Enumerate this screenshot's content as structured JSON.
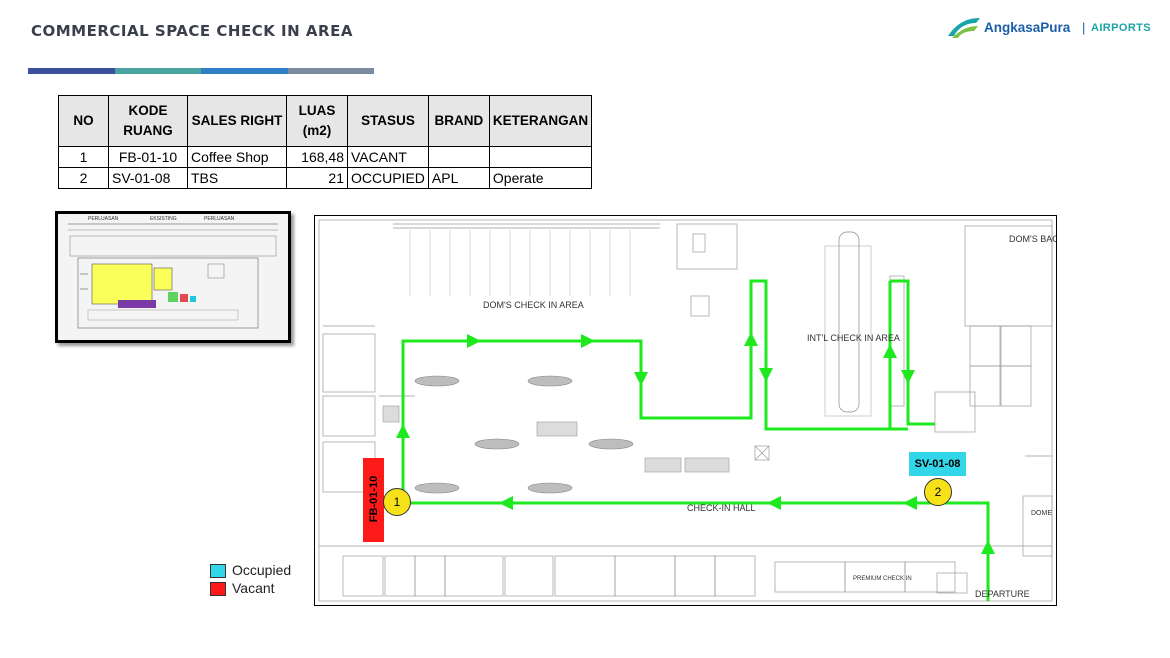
{
  "header": {
    "title": "COMMERCIAL SPACE CHECK IN AREA"
  },
  "logo": {
    "brand": "AngkasaPura",
    "separator": "|",
    "division": "AIRPORTS"
  },
  "accent_bar_colors": [
    "#3b4f9c",
    "#4aa3a0",
    "#2e7fc4",
    "#7a8aa0"
  ],
  "table": {
    "headers": [
      "NO",
      "KODE RUANG",
      "SALES RIGHT",
      "LUAS (m2)",
      "STASUS",
      "BRAND",
      "KETERANGAN"
    ],
    "rows": [
      {
        "no": "1",
        "kode": "FB-01-10",
        "sales": "Coffee Shop",
        "luas": "168,48",
        "status": "VACANT",
        "brand": "",
        "ket": ""
      },
      {
        "no": "2",
        "kode": "SV-01-08",
        "sales": "TBS",
        "luas": "21",
        "status": "OCCUPIED",
        "brand": "APL",
        "ket": "Operate"
      }
    ]
  },
  "thumbnail": {
    "labels": [
      "PERLUASAN",
      "EKSISTING",
      "PERLUASAN"
    ]
  },
  "plan": {
    "areas": [
      "DOM'S CHECK IN AREA",
      "INT'L CHECK IN AREA",
      "CHECK-IN HALL",
      "DOM'S BAG",
      "DEPARTURE",
      "DOME",
      "PREMIUM CHECK IN"
    ],
    "vacant_unit": "FB-01-10",
    "occupied_unit": "SV-01-08",
    "markers": [
      "1",
      "2"
    ],
    "route_color": "#1ee81e"
  },
  "legend": [
    {
      "label": "Occupied",
      "color": "#33d6e8"
    },
    {
      "label": "Vacant",
      "color": "#ff1a1a"
    }
  ]
}
